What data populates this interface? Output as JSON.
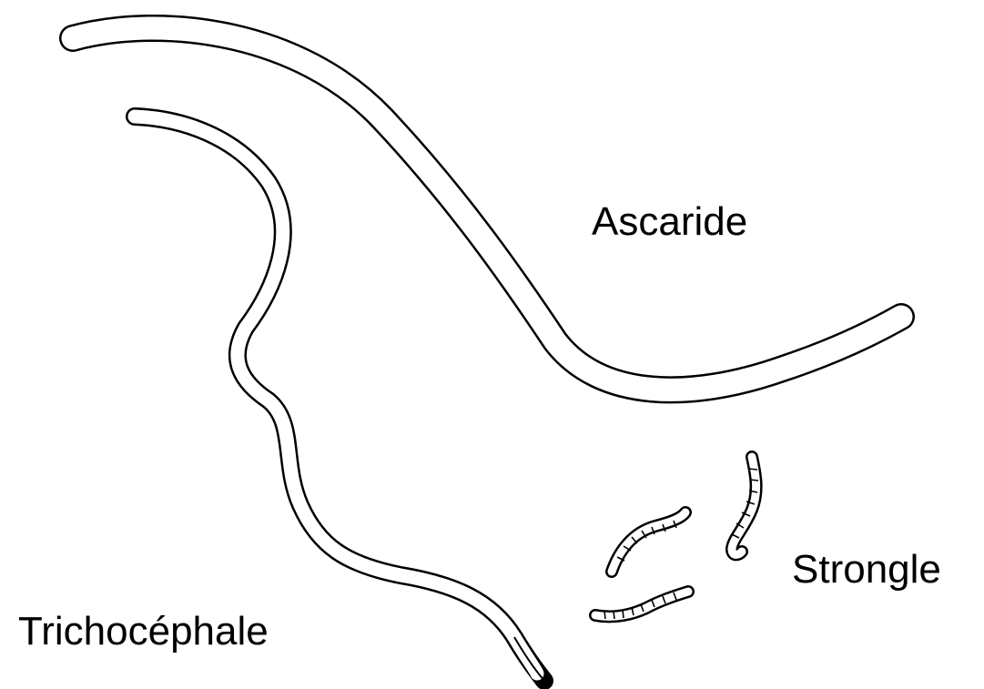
{
  "diagram": {
    "labels": {
      "ascaride": "Ascaride",
      "trichocephale": "Trichocéphale",
      "strongle": "Strongle"
    },
    "colors": {
      "ink": "#000000",
      "background": "#ffffff"
    }
  }
}
